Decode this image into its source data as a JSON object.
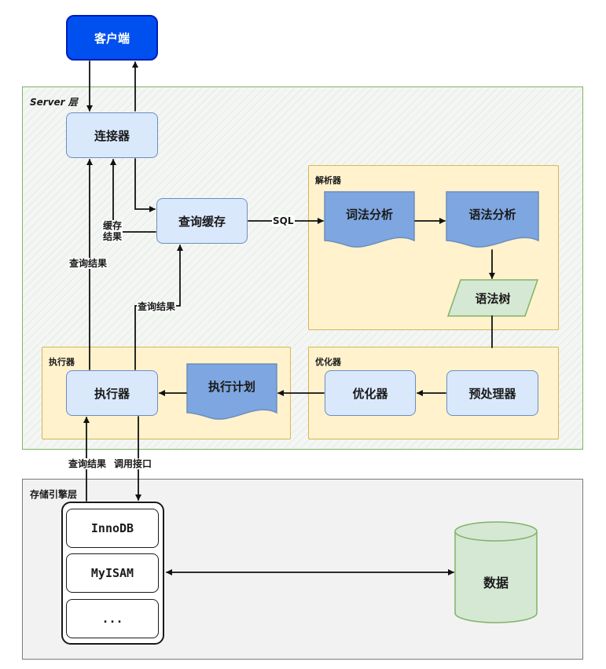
{
  "layers": {
    "server": "Server 层",
    "storage": "存储引擎层"
  },
  "groups": {
    "parser": "解析器",
    "optimizer": "优化器",
    "executor": "执行器"
  },
  "nodes": {
    "client": "客户端",
    "connector": "连接器",
    "query_cache": "查询缓存",
    "lexical_analysis": "词法分析",
    "syntax_analysis": "语法分析",
    "syntax_tree": "语法树",
    "preprocessor": "预处理器",
    "optimizer": "优化器",
    "execution_plan": "执行计划",
    "executor": "执行器",
    "data": "数据"
  },
  "storage_engines": [
    "InnoDB",
    "MyISAM",
    "..."
  ],
  "edge_labels": {
    "sql": "SQL",
    "cache_result": "缓存\n结果",
    "query_result_left": "查询结果",
    "query_result_mid": "查询结果",
    "query_result_bottom": "查询结果",
    "call_interface": "调用接口"
  },
  "colors": {
    "client_fill": "#0050ef",
    "node_fill": "#dae8fc",
    "node_border": "#6c8ebf",
    "doc_fill": "#7ea6e0",
    "group_fill": "#fff2cc",
    "group_border": "#d6b656",
    "server_border": "#82b366",
    "data_fill": "#d5e8d4"
  }
}
